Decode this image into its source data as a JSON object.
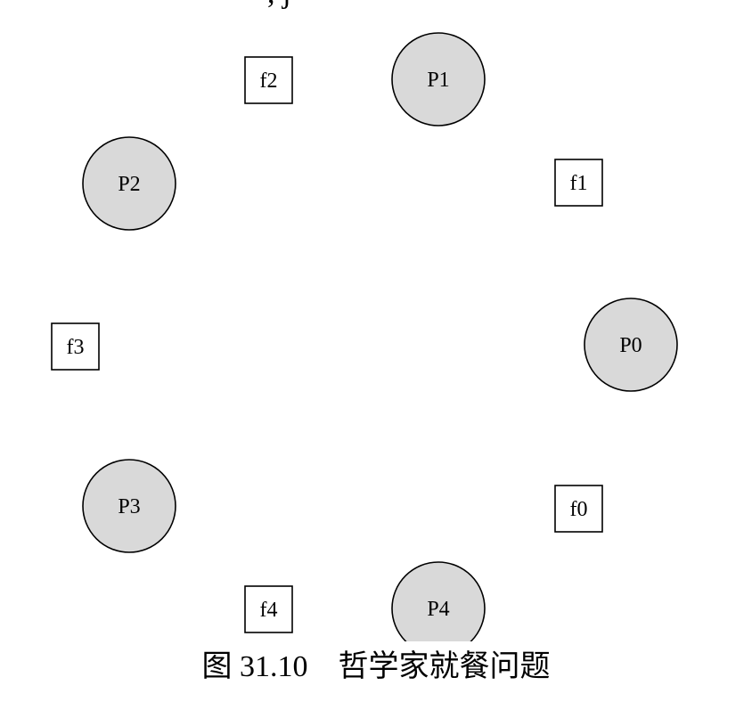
{
  "top_cut_text": ", j",
  "philosophers": [
    {
      "id": "p0",
      "label": "P0"
    },
    {
      "id": "p1",
      "label": "P1"
    },
    {
      "id": "p2",
      "label": "P2"
    },
    {
      "id": "p3",
      "label": "P3"
    },
    {
      "id": "p4",
      "label": "P4"
    }
  ],
  "forks": [
    {
      "id": "f0",
      "label": "f0"
    },
    {
      "id": "f1",
      "label": "f1"
    },
    {
      "id": "f2",
      "label": "f2"
    },
    {
      "id": "f3",
      "label": "f3"
    },
    {
      "id": "f4",
      "label": "f4"
    }
  ],
  "caption": {
    "figure_number": "图 31.10",
    "title": "哲学家就餐问题"
  },
  "colors": {
    "philosopher_fill": "#d9d9d9",
    "stroke": "#000000",
    "background": "#ffffff"
  }
}
